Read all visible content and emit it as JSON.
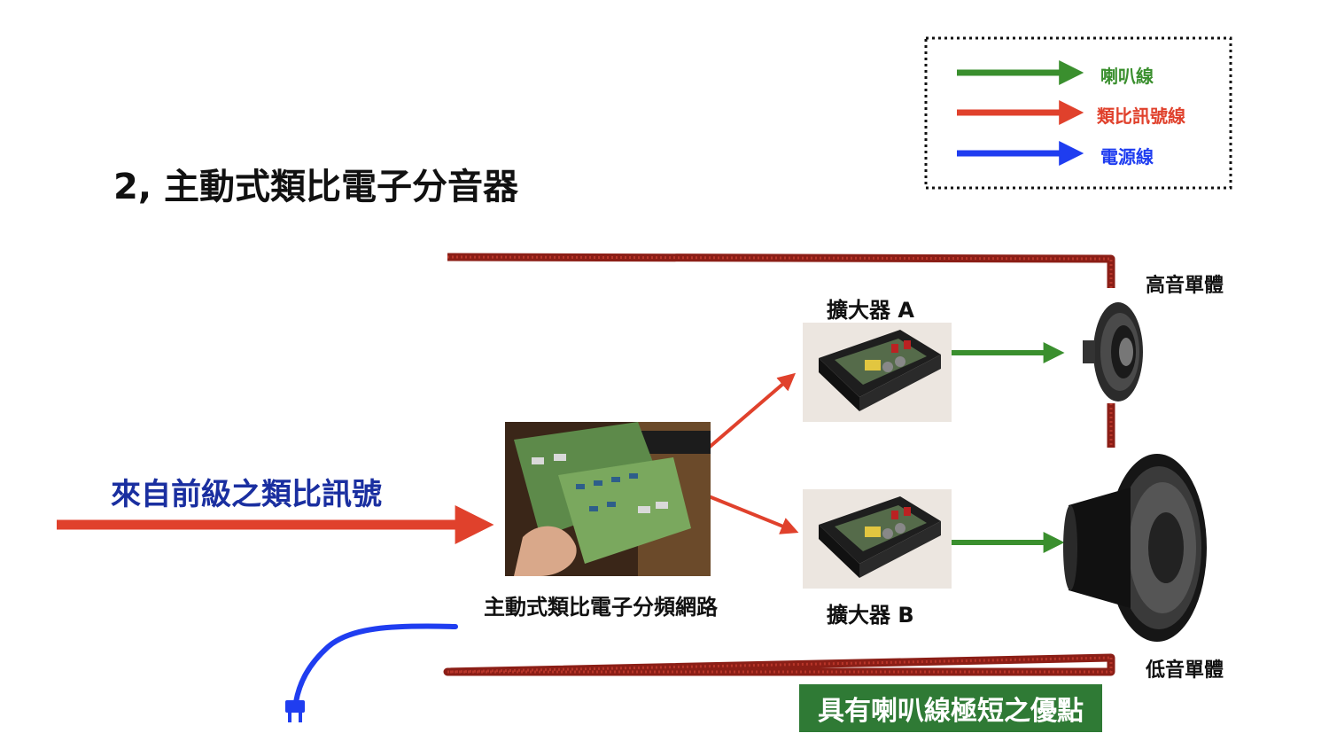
{
  "title": "2, 主動式類比電子分音器",
  "legend": {
    "items": [
      {
        "label": "喇叭線",
        "color": "#3a8f2e"
      },
      {
        "label": "類比訊號線",
        "color": "#e0412c"
      },
      {
        "label": "電源線",
        "color": "#1f3df0"
      }
    ]
  },
  "input_signal_label": "來自前級之類比訊號",
  "crossover_label": "主動式類比電子分頻網路",
  "amp_a_label": "擴大器 A",
  "amp_b_label": "擴大器 B",
  "tweeter_label": "高音單體",
  "woofer_label": "低音單體",
  "advantage_banner": "具有喇叭線極短之優點",
  "colors": {
    "speaker_wire": "#3a8f2e",
    "analog_signal": "#e0412c",
    "power_cable": "#1f3df0",
    "enclosure_border": "#8b1e16",
    "banner_bg": "#2f7a35"
  }
}
